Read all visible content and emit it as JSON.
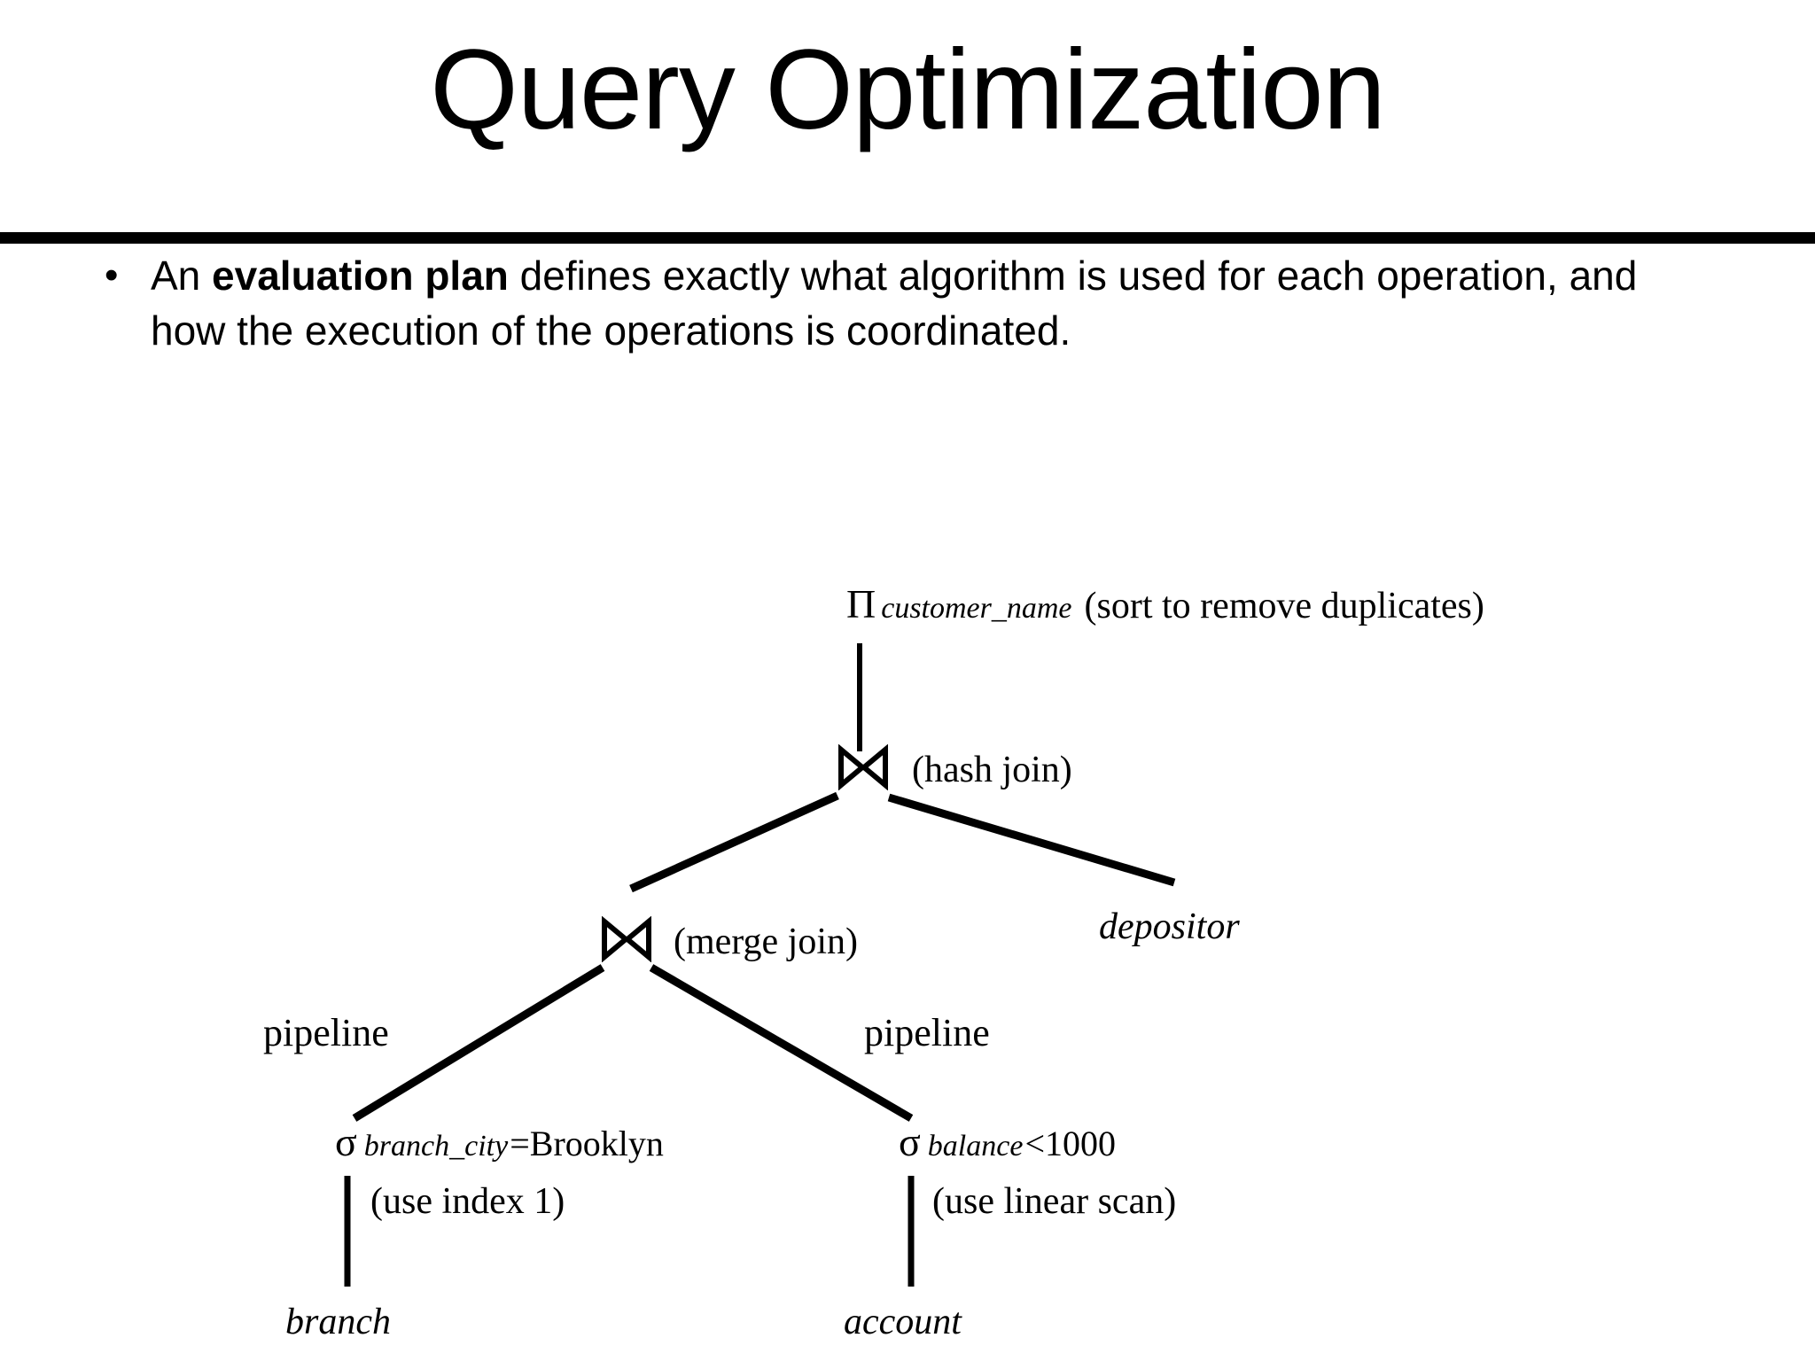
{
  "slide": {
    "title": "Query Optimization",
    "background_color": "#ffffff",
    "text_color": "#000000",
    "divider_color": "#000000"
  },
  "bullets": [
    {
      "marker": "•",
      "line1_pre": "An ",
      "line1_bold": "evaluation plan",
      "line1_post": " defines exactly what algorithm is used for each",
      "line2": "operation, and how the execution of the operations is coordinated."
    }
  ],
  "diagram": {
    "name": "evaluation-plan-tree",
    "nodes": {
      "projection": {
        "symbol": "Π",
        "subscript": "customer_name",
        "annotation": "(sort to remove duplicates)"
      },
      "hash_join": {
        "symbol": "⋈",
        "annotation": "(hash join)"
      },
      "merge_join": {
        "symbol": "⋈",
        "annotation": "(merge join)"
      },
      "select_branch": {
        "symbol": "σ",
        "subscript": "branch_city",
        "operator": " = ",
        "value": "Brooklyn",
        "annotation": "(use index 1)"
      },
      "select_account": {
        "symbol": "σ",
        "subscript": "balance",
        "operator": " < ",
        "value": "1000",
        "annotation": "(use linear scan)"
      },
      "relation_depositor": {
        "label": "depositor"
      },
      "relation_branch": {
        "label": "branch"
      },
      "relation_account": {
        "label": "account"
      }
    },
    "edge_labels": {
      "pipeline_left": "pipeline",
      "pipeline_right": "pipeline"
    }
  }
}
